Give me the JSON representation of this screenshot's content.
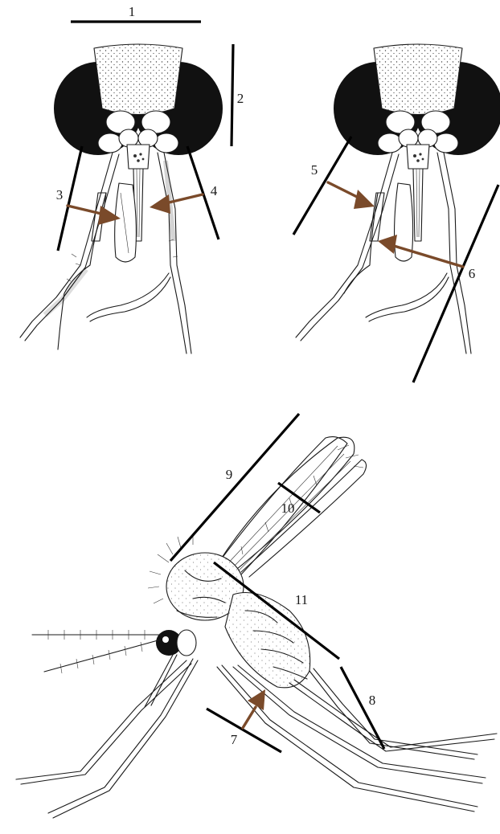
{
  "labels": {
    "l1": "1",
    "l2": "2",
    "l3": "3",
    "l4": "4",
    "l5": "5",
    "l6": "6",
    "l7": "7",
    "l8": "8",
    "l9": "9",
    "l10": "10",
    "l11": "11"
  },
  "colors": {
    "arrow": "#7a4a2a",
    "bar": "#000000",
    "eye": "#111111"
  }
}
